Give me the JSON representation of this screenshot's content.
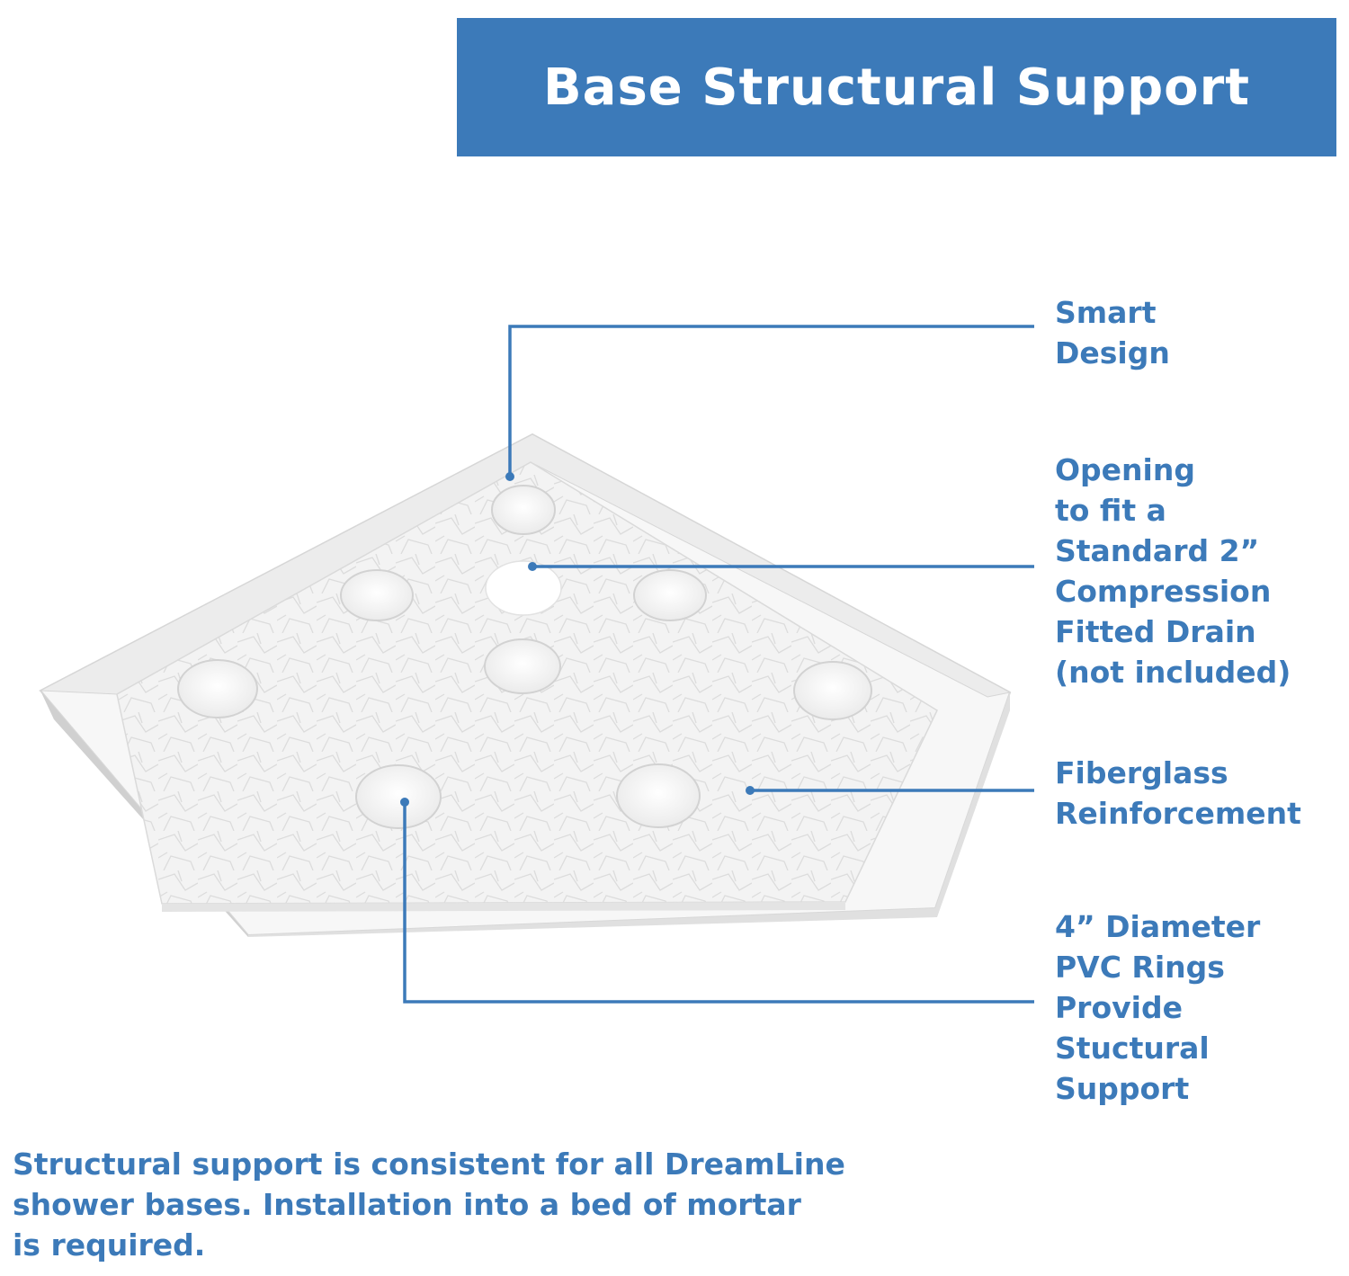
{
  "header": {
    "title": "Base Structural Support"
  },
  "colors": {
    "accent": "#3c7ab9",
    "base": "#f2f2f2",
    "wall": "#e2e2e2"
  },
  "callouts": [
    {
      "id": "smart-design",
      "lines": [
        "Smart",
        "Design"
      ]
    },
    {
      "id": "drain-opening",
      "lines": [
        "Opening",
        "to fit a",
        "Standard 2”",
        "Compression",
        "Fitted Drain",
        "(not included)"
      ]
    },
    {
      "id": "fiberglass",
      "lines": [
        "Fiberglass",
        "Reinforcement"
      ]
    },
    {
      "id": "pvc-rings",
      "lines": [
        "4” Diameter",
        "PVC Rings",
        "Provide",
        "Stuctural",
        "Support"
      ]
    }
  ],
  "footer": {
    "lines": [
      "Structural support is consistent for all DreamLine",
      "shower bases. Installation into a bed of mortar",
      "is required."
    ]
  }
}
